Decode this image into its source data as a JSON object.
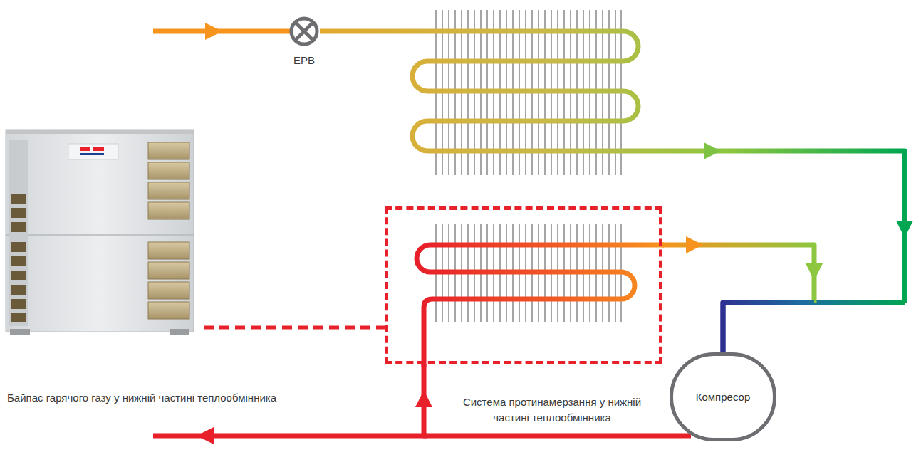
{
  "diagram": {
    "nodes": [
      {
        "text": [
          "ЕРВ"
        ]
      },
      {
        "text": [
          "Система протинамерзання у нижній частині теплообмінника"
        ]
      },
      {
        "text": [
          "Компресор"
        ]
      }
    ],
    "edges": [
      {
        "from": 0,
        "to": 2,
        "arrow": "to"
      },
      {
        "from": 1,
        "to": 2,
        "arrow": "to"
      },
      {
        "from": 2,
        "to": 1,
        "arrow": "to"
      }
    ],
    "labels": [
      "Байпас гарячого газу у нижній частині теплообмінника"
    ]
  }
}
